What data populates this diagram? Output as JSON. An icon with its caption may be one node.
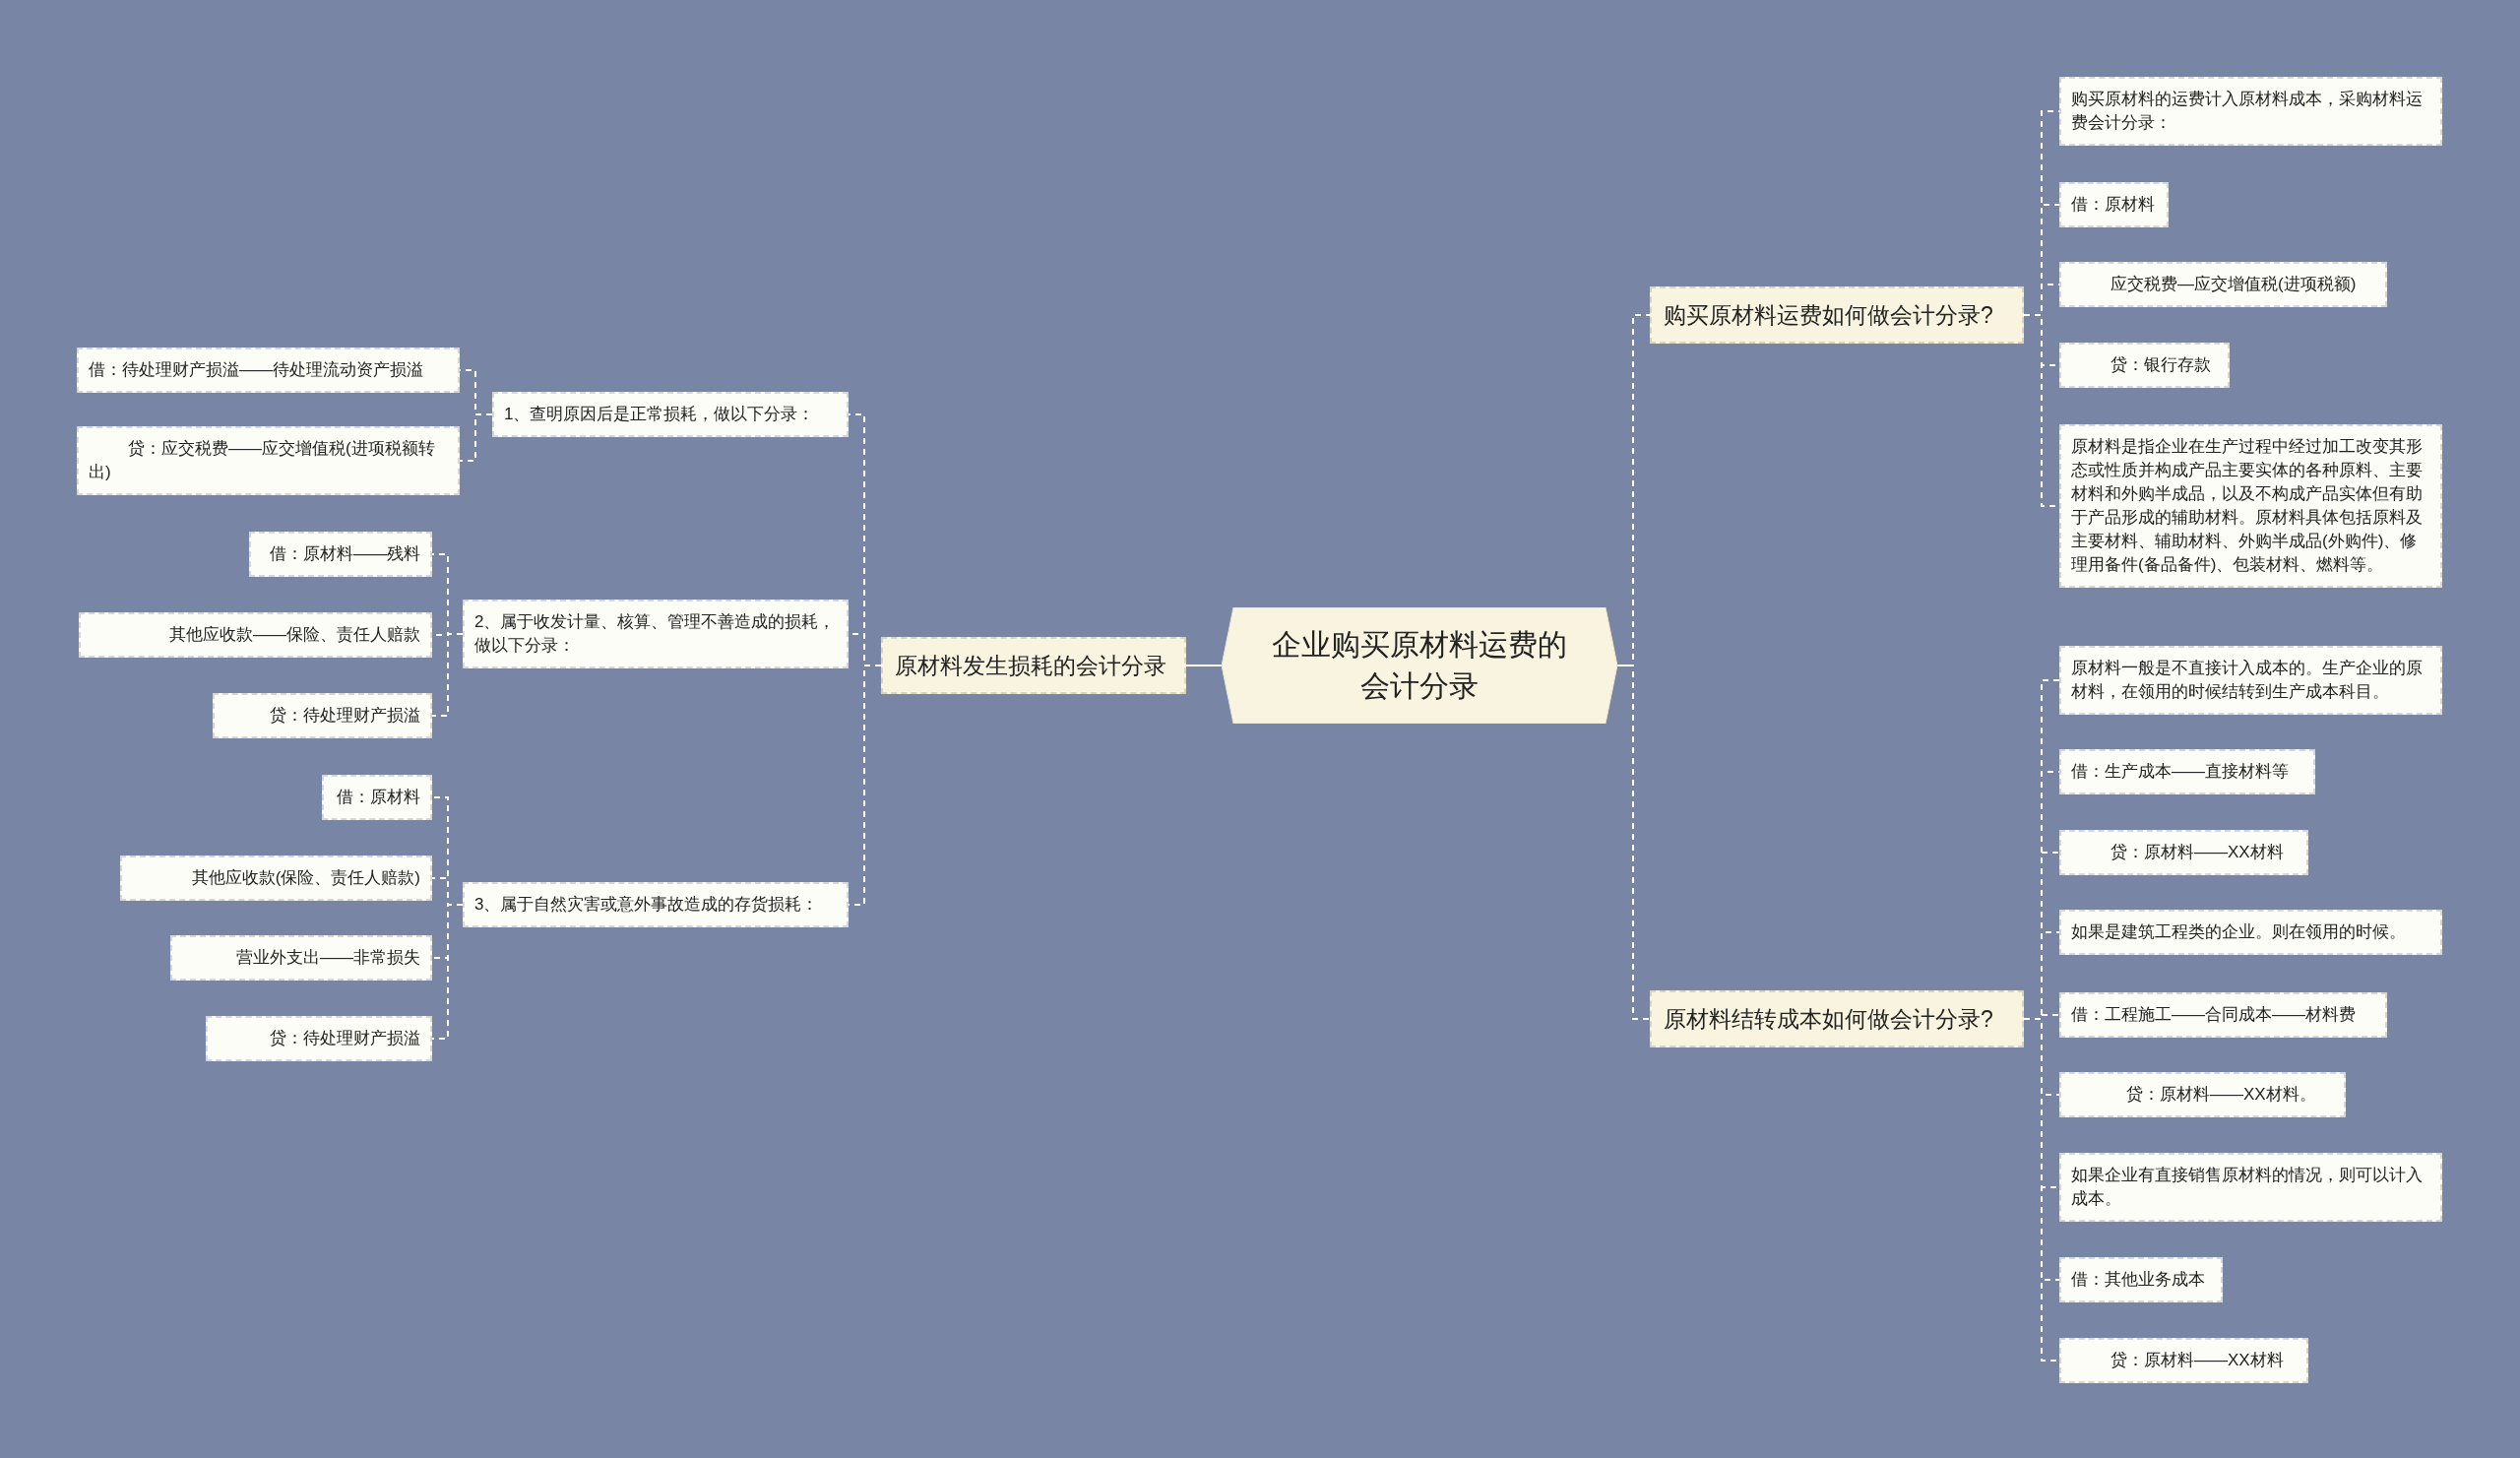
{
  "diagram": {
    "nodes": [
      {
        "text": [
          "企业购买原材料运费的会计分录"
        ]
      },
      {
        "text": [
          "原材料发生损耗的会计分录"
        ]
      },
      {
        "text": [
          "1、查明原因后是正常损耗，做以下分录："
        ]
      },
      {
        "text": [
          "借：待处理财产损溢——待处理流动资产损溢"
        ]
      },
      {
        "text": [
          "贷：应交税费——应交增值税(进项税额转出)"
        ]
      },
      {
        "text": [
          "2、属于收发计量、核算、管理不善造成的损耗，做以下分录："
        ]
      },
      {
        "text": [
          "借：原材料——残料"
        ]
      },
      {
        "text": [
          "其他应收款——保险、责任人赔款"
        ]
      },
      {
        "text": [
          "贷：待处理财产损溢"
        ]
      },
      {
        "text": [
          "3、属于自然灾害或意外事故造成的存货损耗："
        ]
      },
      {
        "text": [
          "借：原材料"
        ]
      },
      {
        "text": [
          "其他应收款(保险、责任人赔款)"
        ]
      },
      {
        "text": [
          "营业外支出——非常损失"
        ]
      },
      {
        "text": [
          "贷：待处理财产损溢"
        ]
      },
      {
        "text": [
          "购买原材料运费如何做会计分录?"
        ]
      },
      {
        "text": [
          "购买原材料的运费计入原材料成本，采购材料运费会计分录："
        ]
      },
      {
        "text": [
          "借：原材料"
        ]
      },
      {
        "text": [
          "应交税费—应交增值税(进项税额)"
        ]
      },
      {
        "text": [
          "贷：银行存款"
        ]
      },
      {
        "text": [
          "原材料是指企业在生产过程中经过加工改变其形态或性质并构成产品主要实体的各种原料、主要材料和外购半成品，以及不构成产品实体但有助于产品形成的辅助材料。原材料具体包括原料及主要材料、辅助材料、外购半成品(外购件)、修理用备件(备品备件)、包装材料、燃料等。"
        ]
      },
      {
        "text": [
          "原材料结转成本如何做会计分录?"
        ]
      },
      {
        "text": [
          "原材料一般是不直接计入成本的。生产企业的原材料，在领用的时候结转到生产成本科目。"
        ]
      },
      {
        "text": [
          "借：生产成本——直接材料等"
        ]
      },
      {
        "text": [
          "贷：原材料——XX材料"
        ]
      },
      {
        "text": [
          "如果是建筑工程类的企业。则在领用的时候。"
        ]
      },
      {
        "text": [
          "借：工程施工——合同成本——材料费"
        ]
      },
      {
        "text": [
          "贷：原材料——XX材料。"
        ]
      },
      {
        "text": [
          "如果企业有直接销售原材料的情况，则可以计入成本。"
        ]
      },
      {
        "text": [
          "借：其他业务成本"
        ]
      },
      {
        "text": [
          "贷：原材料——XX材料"
        ]
      }
    ],
    "edges": [
      {
        "from": 0,
        "to": 1,
        "arrow": "none"
      },
      {
        "from": 1,
        "to": 2,
        "arrow": "none",
        "style": "dashed"
      },
      {
        "from": 2,
        "to": 3,
        "arrow": "none",
        "style": "dashed"
      },
      {
        "from": 2,
        "to": 4,
        "arrow": "none",
        "style": "dashed"
      },
      {
        "from": 1,
        "to": 5,
        "arrow": "none",
        "style": "dashed"
      },
      {
        "from": 5,
        "to": 6,
        "arrow": "none",
        "style": "dashed"
      },
      {
        "from": 5,
        "to": 7,
        "arrow": "none",
        "style": "dashed"
      },
      {
        "from": 5,
        "to": 8,
        "arrow": "none",
        "style": "dashed"
      },
      {
        "from": 1,
        "to": 9,
        "arrow": "none",
        "style": "dashed"
      },
      {
        "from": 9,
        "to": 10,
        "arrow": "none",
        "style": "dashed"
      },
      {
        "from": 9,
        "to": 11,
        "arrow": "none",
        "style": "dashed"
      },
      {
        "from": 9,
        "to": 12,
        "arrow": "none",
        "style": "dashed"
      },
      {
        "from": 9,
        "to": 13,
        "arrow": "none",
        "style": "dashed"
      },
      {
        "from": 0,
        "to": 14,
        "arrow": "none",
        "style": "dashed"
      },
      {
        "from": 14,
        "to": 15,
        "arrow": "none",
        "style": "dashed"
      },
      {
        "from": 14,
        "to": 16,
        "arrow": "none",
        "style": "dashed"
      },
      {
        "from": 14,
        "to": 17,
        "arrow": "none",
        "style": "dashed"
      },
      {
        "from": 14,
        "to": 18,
        "arrow": "none",
        "style": "dashed"
      },
      {
        "from": 14,
        "to": 19,
        "arrow": "none",
        "style": "dashed"
      },
      {
        "from": 0,
        "to": 20,
        "arrow": "none",
        "style": "dashed"
      },
      {
        "from": 20,
        "to": 21,
        "arrow": "none",
        "style": "dashed"
      },
      {
        "from": 20,
        "to": 22,
        "arrow": "none",
        "style": "dashed"
      },
      {
        "from": 20,
        "to": 23,
        "arrow": "none",
        "style": "dashed"
      },
      {
        "from": 20,
        "to": 24,
        "arrow": "none",
        "style": "dashed"
      },
      {
        "from": 20,
        "to": 25,
        "arrow": "none",
        "style": "dashed"
      },
      {
        "from": 20,
        "to": 26,
        "arrow": "none",
        "style": "dashed"
      },
      {
        "from": 20,
        "to": 27,
        "arrow": "none",
        "style": "dashed"
      },
      {
        "from": 20,
        "to": 28,
        "arrow": "none",
        "style": "dashed"
      },
      {
        "from": 20,
        "to": 29,
        "arrow": "none",
        "style": "dashed"
      }
    ]
  }
}
